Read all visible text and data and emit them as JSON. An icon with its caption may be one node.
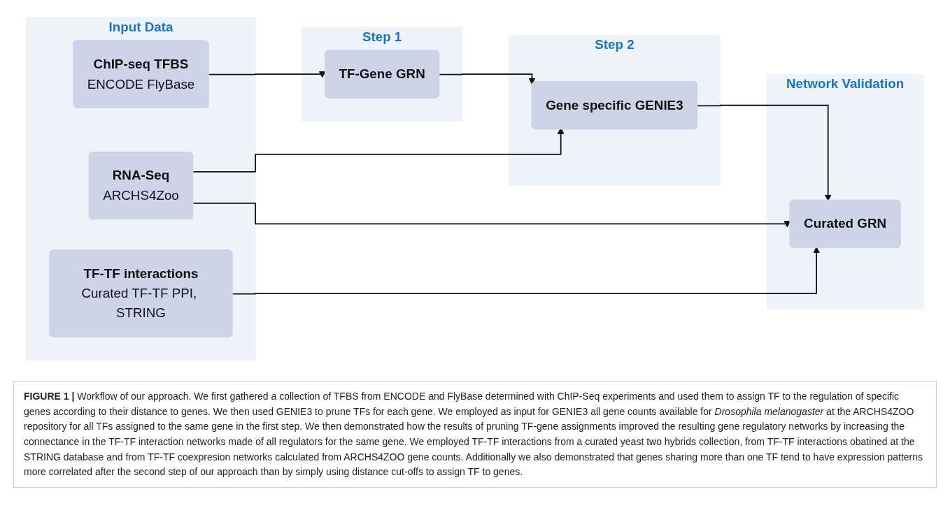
{
  "diagram": {
    "caption": "**FIGURE 1 |** Workflow of our approach. We first gathered a collection of TFBS from ENCODE and FlyBase determined with ChIP-Seq experiments and used them to assign TF to the regulation of specific genes according to their distance to genes. We then used GENIE3 to prune TFs for each gene. We employed as input for GENIE3 all gene counts available for *Drosophila melanogaster* at the ARCHS4ZOO repository for all TFs assigned to the same gene in the first step. We then demonstrated how the results of pruning TF-gene assignments improved the resulting gene regulatory networks by increasing the connectance in the TF-TF interaction networks made of all regulators for the same gene. We employed TF-TF interactions from a curated yeast two hybrids collection, from TF-TF interactions obatined at the STRING database and from TF-TF coexpresion networks calculated from ARCHS4ZOO gene counts. Additionally we also demonstrated that genes sharing more than one TF tend to have expression patterns more correlated after the second step of our approach than by simply using distance cut-offs to assign TF to genes.",
    "nodes": [
      {
        "text": [
          "Input Data"
        ]
      },
      {
        "text": [
          "ChIP-seq TFBS",
          "ENCODE FlyBase"
        ],
        "in": 0
      },
      {
        "text": [
          "RNA-Seq",
          "ARCHS4Zoo"
        ],
        "in": 0
      },
      {
        "text": [
          "TF-TF interactions",
          "Curated TF-TF PPI, STRING"
        ],
        "in": 0
      },
      {
        "text": [
          "Step 1"
        ]
      },
      {
        "text": [
          "TF-Gene GRN"
        ],
        "in": 4
      },
      {
        "text": [
          "Step 2"
        ]
      },
      {
        "text": [
          "Gene specific GENIE3"
        ],
        "in": 6
      },
      {
        "text": [
          "Network Validation"
        ]
      },
      {
        "text": [
          "Curated GRN"
        ],
        "in": 8
      }
    ],
    "edges": [
      {
        "from": 1,
        "to": 5,
        "arrow": "to"
      },
      {
        "from": 5,
        "to": 7,
        "arrow": "to"
      },
      {
        "from": 2,
        "to": 7,
        "arrow": "to"
      },
      {
        "from": 2,
        "to": 9,
        "arrow": "to"
      },
      {
        "from": 7,
        "to": 9,
        "arrow": "to"
      },
      {
        "from": 3,
        "to": 9,
        "arrow": "to"
      }
    ]
  }
}
